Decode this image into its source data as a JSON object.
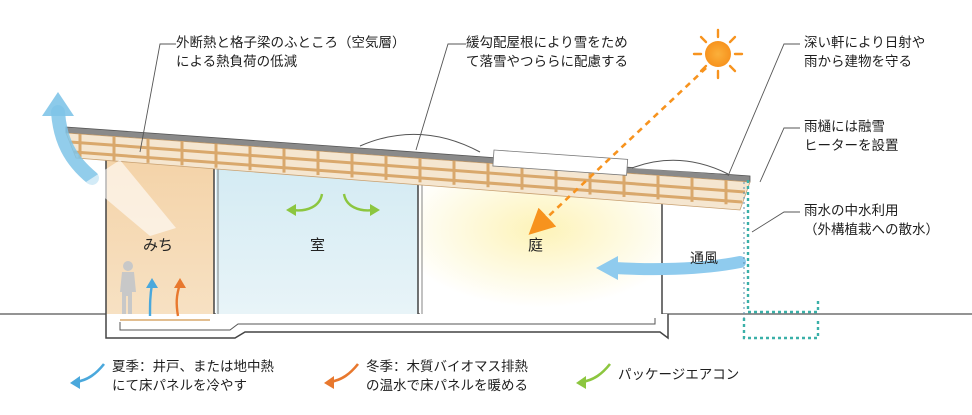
{
  "annotations": {
    "insulation": "外断熱と格子梁のふところ（空気層）\nによる熱負荷の低減",
    "roof": "緩勾配屋根により雪をため\nて落雪やつららに配慮する",
    "eaves": "深い軒により日射や\n雨から建物を守る",
    "gutter": "雨樋には融雪\nヒーターを設置",
    "rainwater": "雨水の中水利用\n（外構植栽への散水）"
  },
  "rooms": {
    "michi": "みち",
    "room": "室",
    "garden": "庭",
    "ventilation": "通風"
  },
  "legend": [
    {
      "text": "夏季：井戸、または地中熱\nにて床パネルを冷やす",
      "color": "#4aa8dc",
      "icon": "blue-curved-arrow-icon"
    },
    {
      "text": "冬季：木質バイオマス排熱\nの温水で床パネルを暖める",
      "color": "#e8782e",
      "icon": "orange-curved-arrow-icon"
    },
    {
      "text": "パッケージエアコン",
      "color": "#8cc63f",
      "icon": "green-curved-arrow-icon"
    }
  ]
}
